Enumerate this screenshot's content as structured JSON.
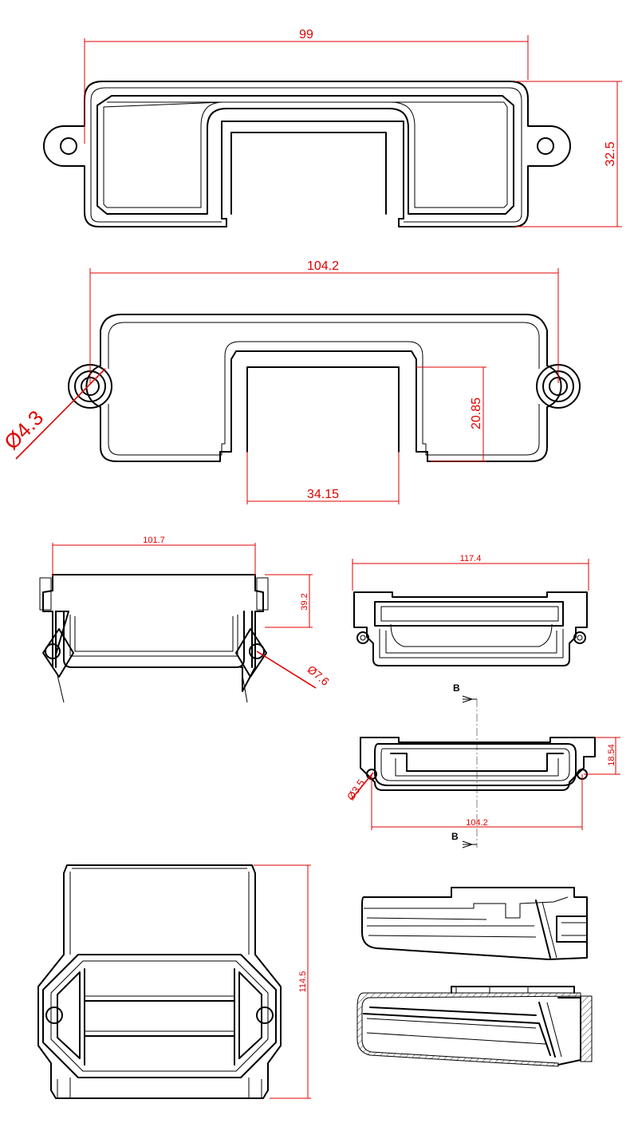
{
  "dimensions": {
    "top_width": "99",
    "top_height": "32.5",
    "second_width": "104.2",
    "hole_diameter": "Ø4.3",
    "inner_depth": "20.85",
    "opening_width": "34.15",
    "side_width": "101.7",
    "side_height": "39.2",
    "side_hole": "Ø7.6",
    "front_width": "117.4",
    "section_height": "18.54",
    "small_hole": "Ø3.5",
    "section_width": "104.2",
    "overall_height": "114.5"
  },
  "section_marks": {
    "top": "B",
    "bottom": "B"
  },
  "colors": {
    "line": "#000000",
    "dimension": "#e00000",
    "background": "#ffffff"
  }
}
